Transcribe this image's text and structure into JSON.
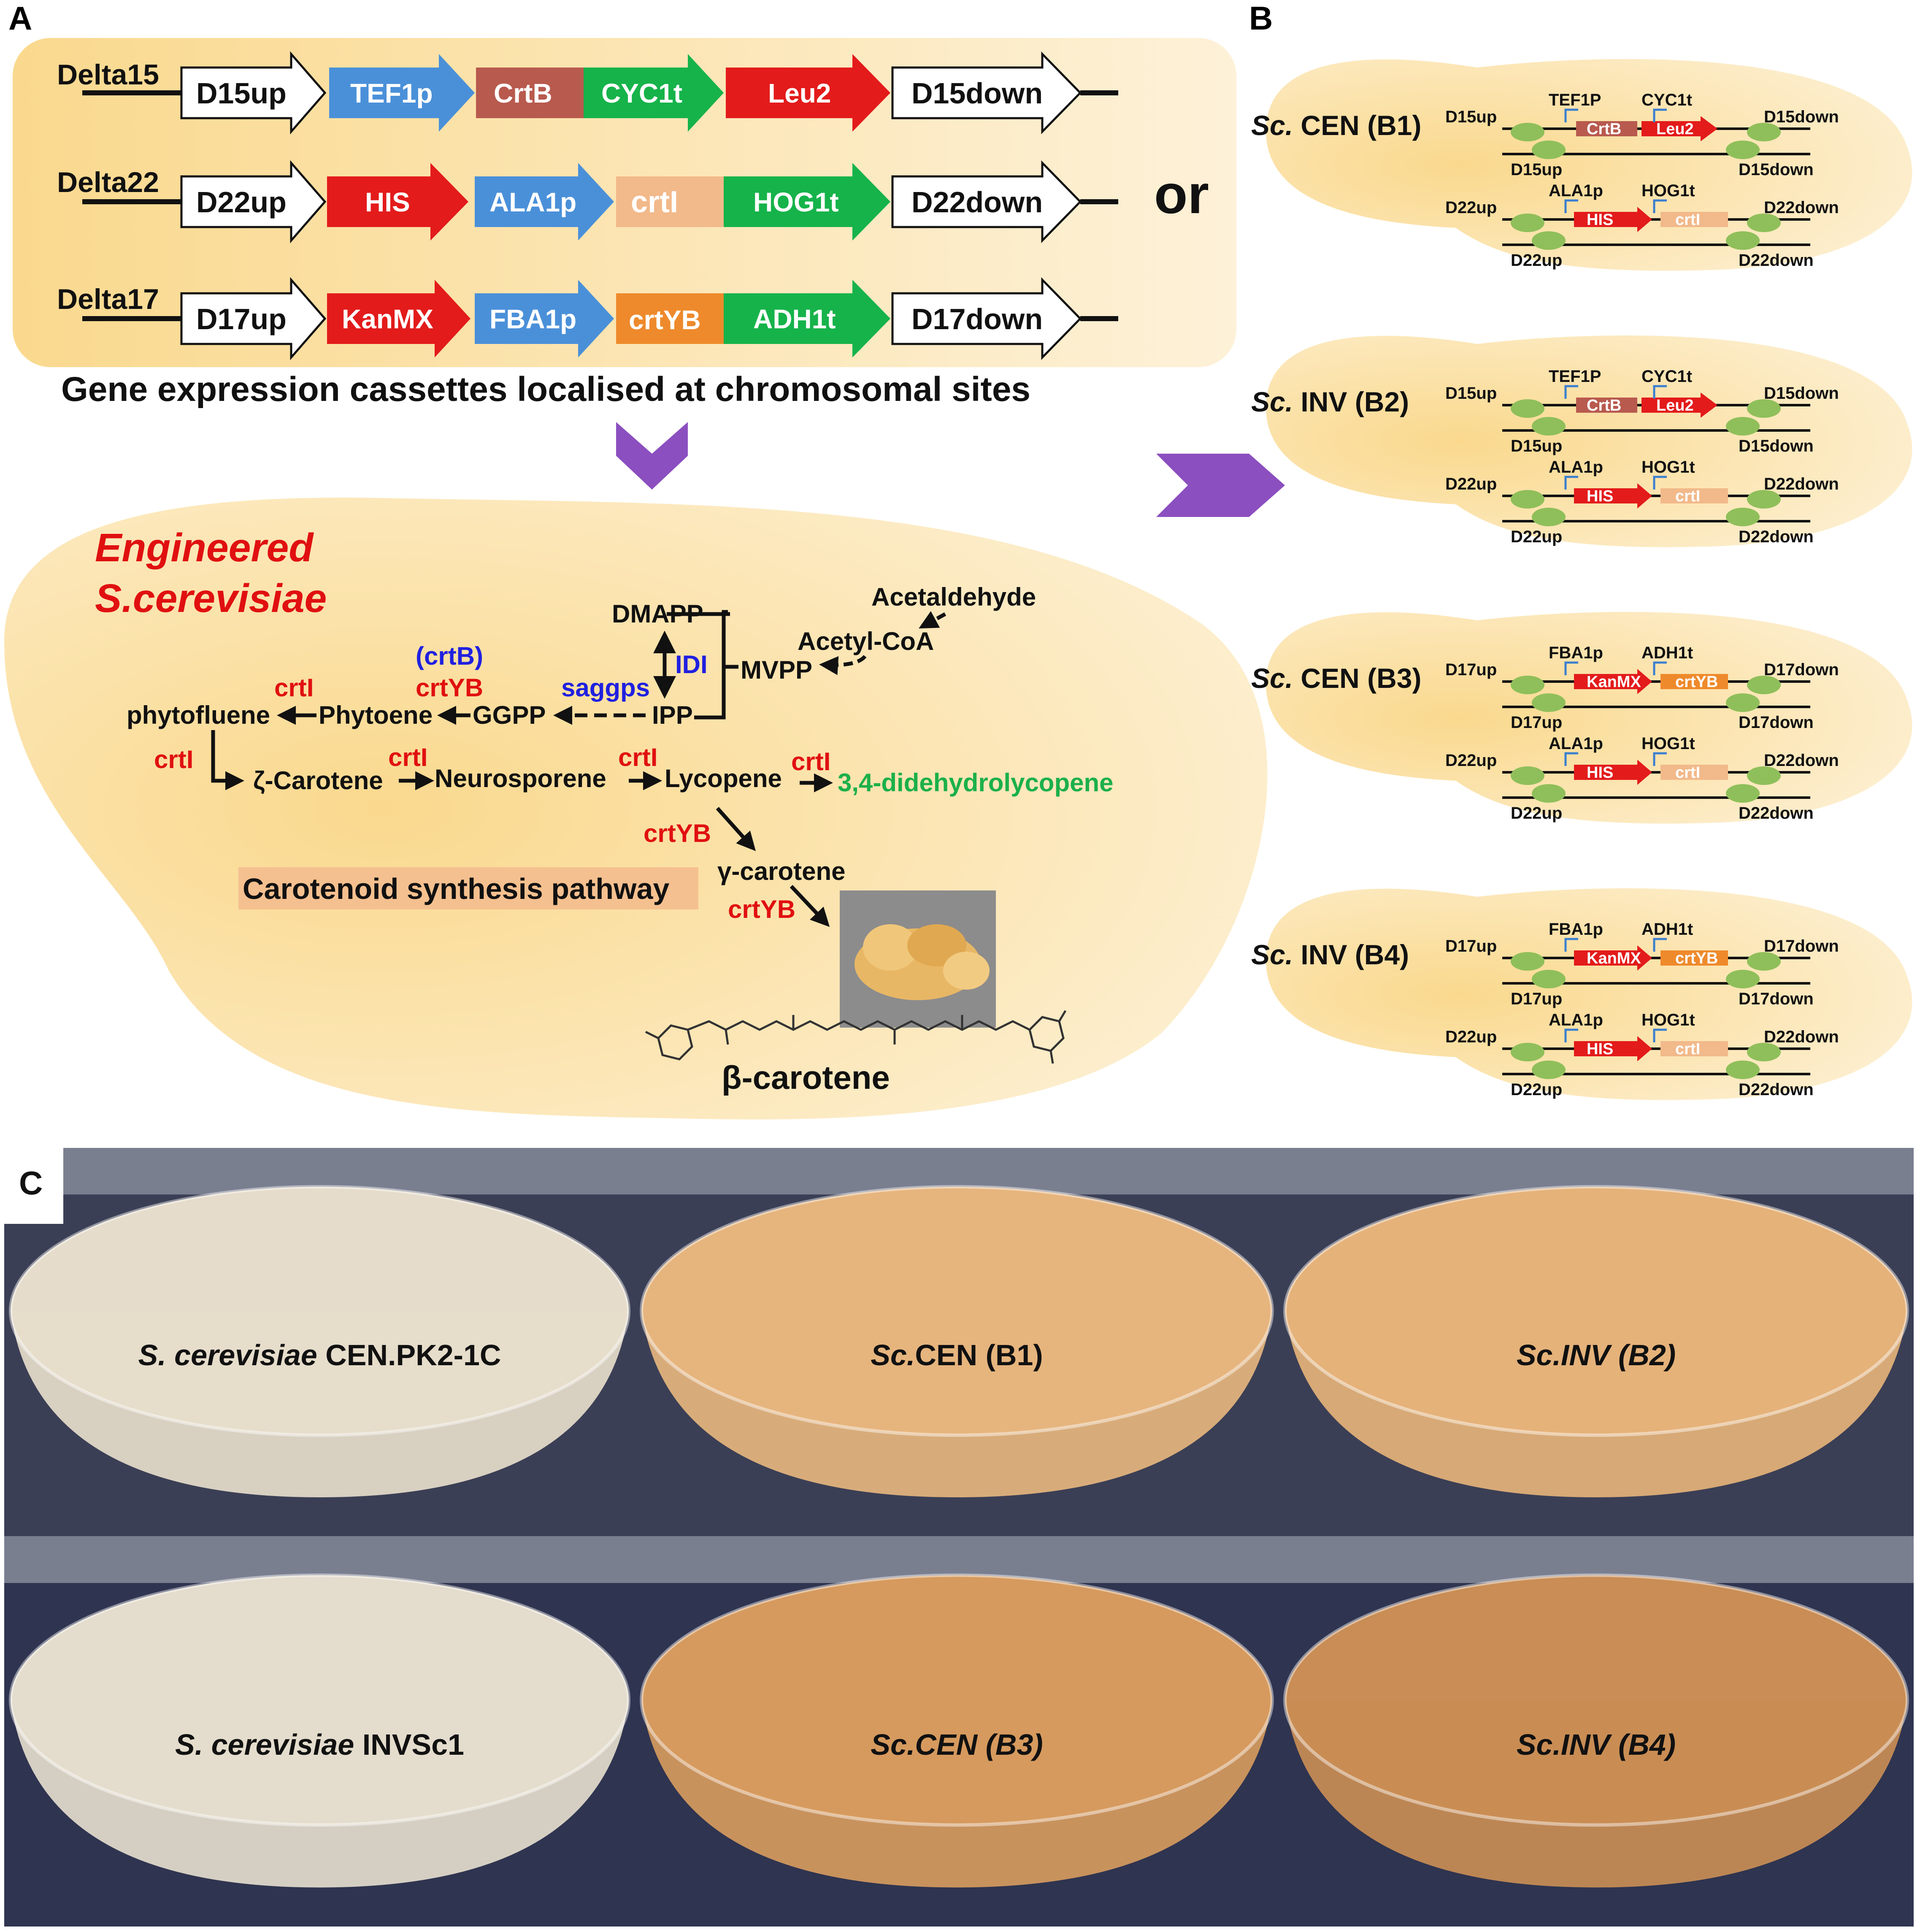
{
  "panels": {
    "a": "A",
    "b": "B",
    "c": "C"
  },
  "cassettes": [
    {
      "site": "Delta15",
      "parts": [
        "D15up",
        "TEF1p",
        "CrtB",
        "CYC1t",
        "Leu2",
        "D15down"
      ]
    },
    {
      "site": "Delta22",
      "parts": [
        "D22up",
        "HIS",
        "ALA1p",
        "crtI",
        "HOG1t",
        "D22down"
      ]
    },
    {
      "site": "Delta17",
      "parts": [
        "D17up",
        "KanMX",
        "FBA1p",
        "crtYB",
        "ADH1t",
        "D17down"
      ]
    }
  ],
  "or_text": "or",
  "cassette_caption": "Gene expression cassettes localised at chromosomal sites",
  "engineered_line1": "Engineered",
  "engineered_line2": "S.cerevisiae",
  "pathway": {
    "acetaldehyde": "Acetaldehyde",
    "acetylcoa": "Acetyl-CoA",
    "mvpp": "MVPP",
    "dmapp": "DMAPP",
    "ipp": "IPP",
    "idi": "IDI",
    "saggps": "saggps",
    "ggpp": "GGPP",
    "crtb_paren": "(crtB)",
    "crtyb": "crtYB",
    "phytoene": "Phytoene",
    "crti": "crtI",
    "phytofluene": "phytofluene",
    "zeta_carotene": "ζ-Carotene",
    "neurosporene": "Neurosporene",
    "lycopene": "Lycopene",
    "didehydrolycopene": "3,4-didehydrolycopene",
    "gamma_carotene": "γ-carotene",
    "beta_carotene": "β-carotene",
    "synthesis_label": "Carotenoid synthesis pathway"
  },
  "strains_b": [
    {
      "name_italic": "Sc.",
      "name": " CEN (B1)",
      "top": {
        "up": "D15up",
        "p1": "TEF1P",
        "t1": "CYC1t",
        "g1": "CrtB",
        "g2": "Leu2",
        "down": "D15down",
        "up2": "D15up",
        "down2": "D15down"
      },
      "bot": {
        "up": "D22up",
        "p1": "ALA1p",
        "t1": "HOG1t",
        "g1": "HIS",
        "g2": "crtI",
        "down": "D22down",
        "up2": "D22up",
        "down2": "D22down"
      }
    },
    {
      "name_italic": "Sc.",
      "name": " INV (B2)",
      "top": {
        "up": "D15up",
        "p1": "TEF1P",
        "t1": "CYC1t",
        "g1": "CrtB",
        "g2": "Leu2",
        "down": "D15down",
        "up2": "D15up",
        "down2": "D15down"
      },
      "bot": {
        "up": "D22up",
        "p1": "ALA1p",
        "t1": "HOG1t",
        "g1": "HIS",
        "g2": "crtI",
        "down": "D22down",
        "up2": "D22up",
        "down2": "D22down"
      }
    },
    {
      "name_italic": "Sc.",
      "name": " CEN (B3)",
      "top": {
        "up": "D17up",
        "p1": "FBA1p",
        "t1": "ADH1t",
        "g1": "KanMX",
        "g2": "crtYB",
        "down": "D17down",
        "up2": "D17up",
        "down2": "D17down"
      },
      "bot": {
        "up": "D22up",
        "p1": "ALA1p",
        "t1": "HOG1t",
        "g1": "HIS",
        "g2": "crtI",
        "down": "D22down",
        "up2": "D22up",
        "down2": "D22down"
      }
    },
    {
      "name_italic": "Sc.",
      "name": " INV (B4)",
      "top": {
        "up": "D17up",
        "p1": "FBA1p",
        "t1": "ADH1t",
        "g1": "KanMX",
        "g2": "crtYB",
        "down": "D17down",
        "up2": "D17up",
        "down2": "D17down"
      },
      "bot": {
        "up": "D22up",
        "p1": "ALA1p",
        "t1": "HOG1t",
        "g1": "HIS",
        "g2": "crtI",
        "down": "D22down",
        "up2": "D22up",
        "down2": "D22down"
      }
    }
  ],
  "flasks": [
    {
      "a": "S. cerevisiae",
      "b": " CEN.PK2-1C",
      "color": "#e6dccb"
    },
    {
      "a": "Sc.",
      "b": "CEN (B1)",
      "color": "#e6b57e"
    },
    {
      "a": "Sc.",
      "b": "INV (B2)",
      "color": "#e5b27a"
    },
    {
      "a": "S. cerevisiae",
      "b": " INVSc1",
      "color": "#e4dccd"
    },
    {
      "a": "Sc.",
      "b": "CEN (B3)",
      "color": "#d69a5e"
    },
    {
      "a": "Sc.",
      "b": "INV (B4)",
      "color": "#c98d55"
    }
  ],
  "colors": {
    "background_cream": "#fbe4b0",
    "blue_promoter": "#4a90d9",
    "brown_gene": "#b85a4e",
    "green_terminator": "#16b34a",
    "red_marker": "#e31b1b",
    "peach_gene": "#f2b98a",
    "orange_gene": "#ee8a2c",
    "purple_arrow": "#8b4fbf",
    "locus_green": "#8fbf5a"
  }
}
